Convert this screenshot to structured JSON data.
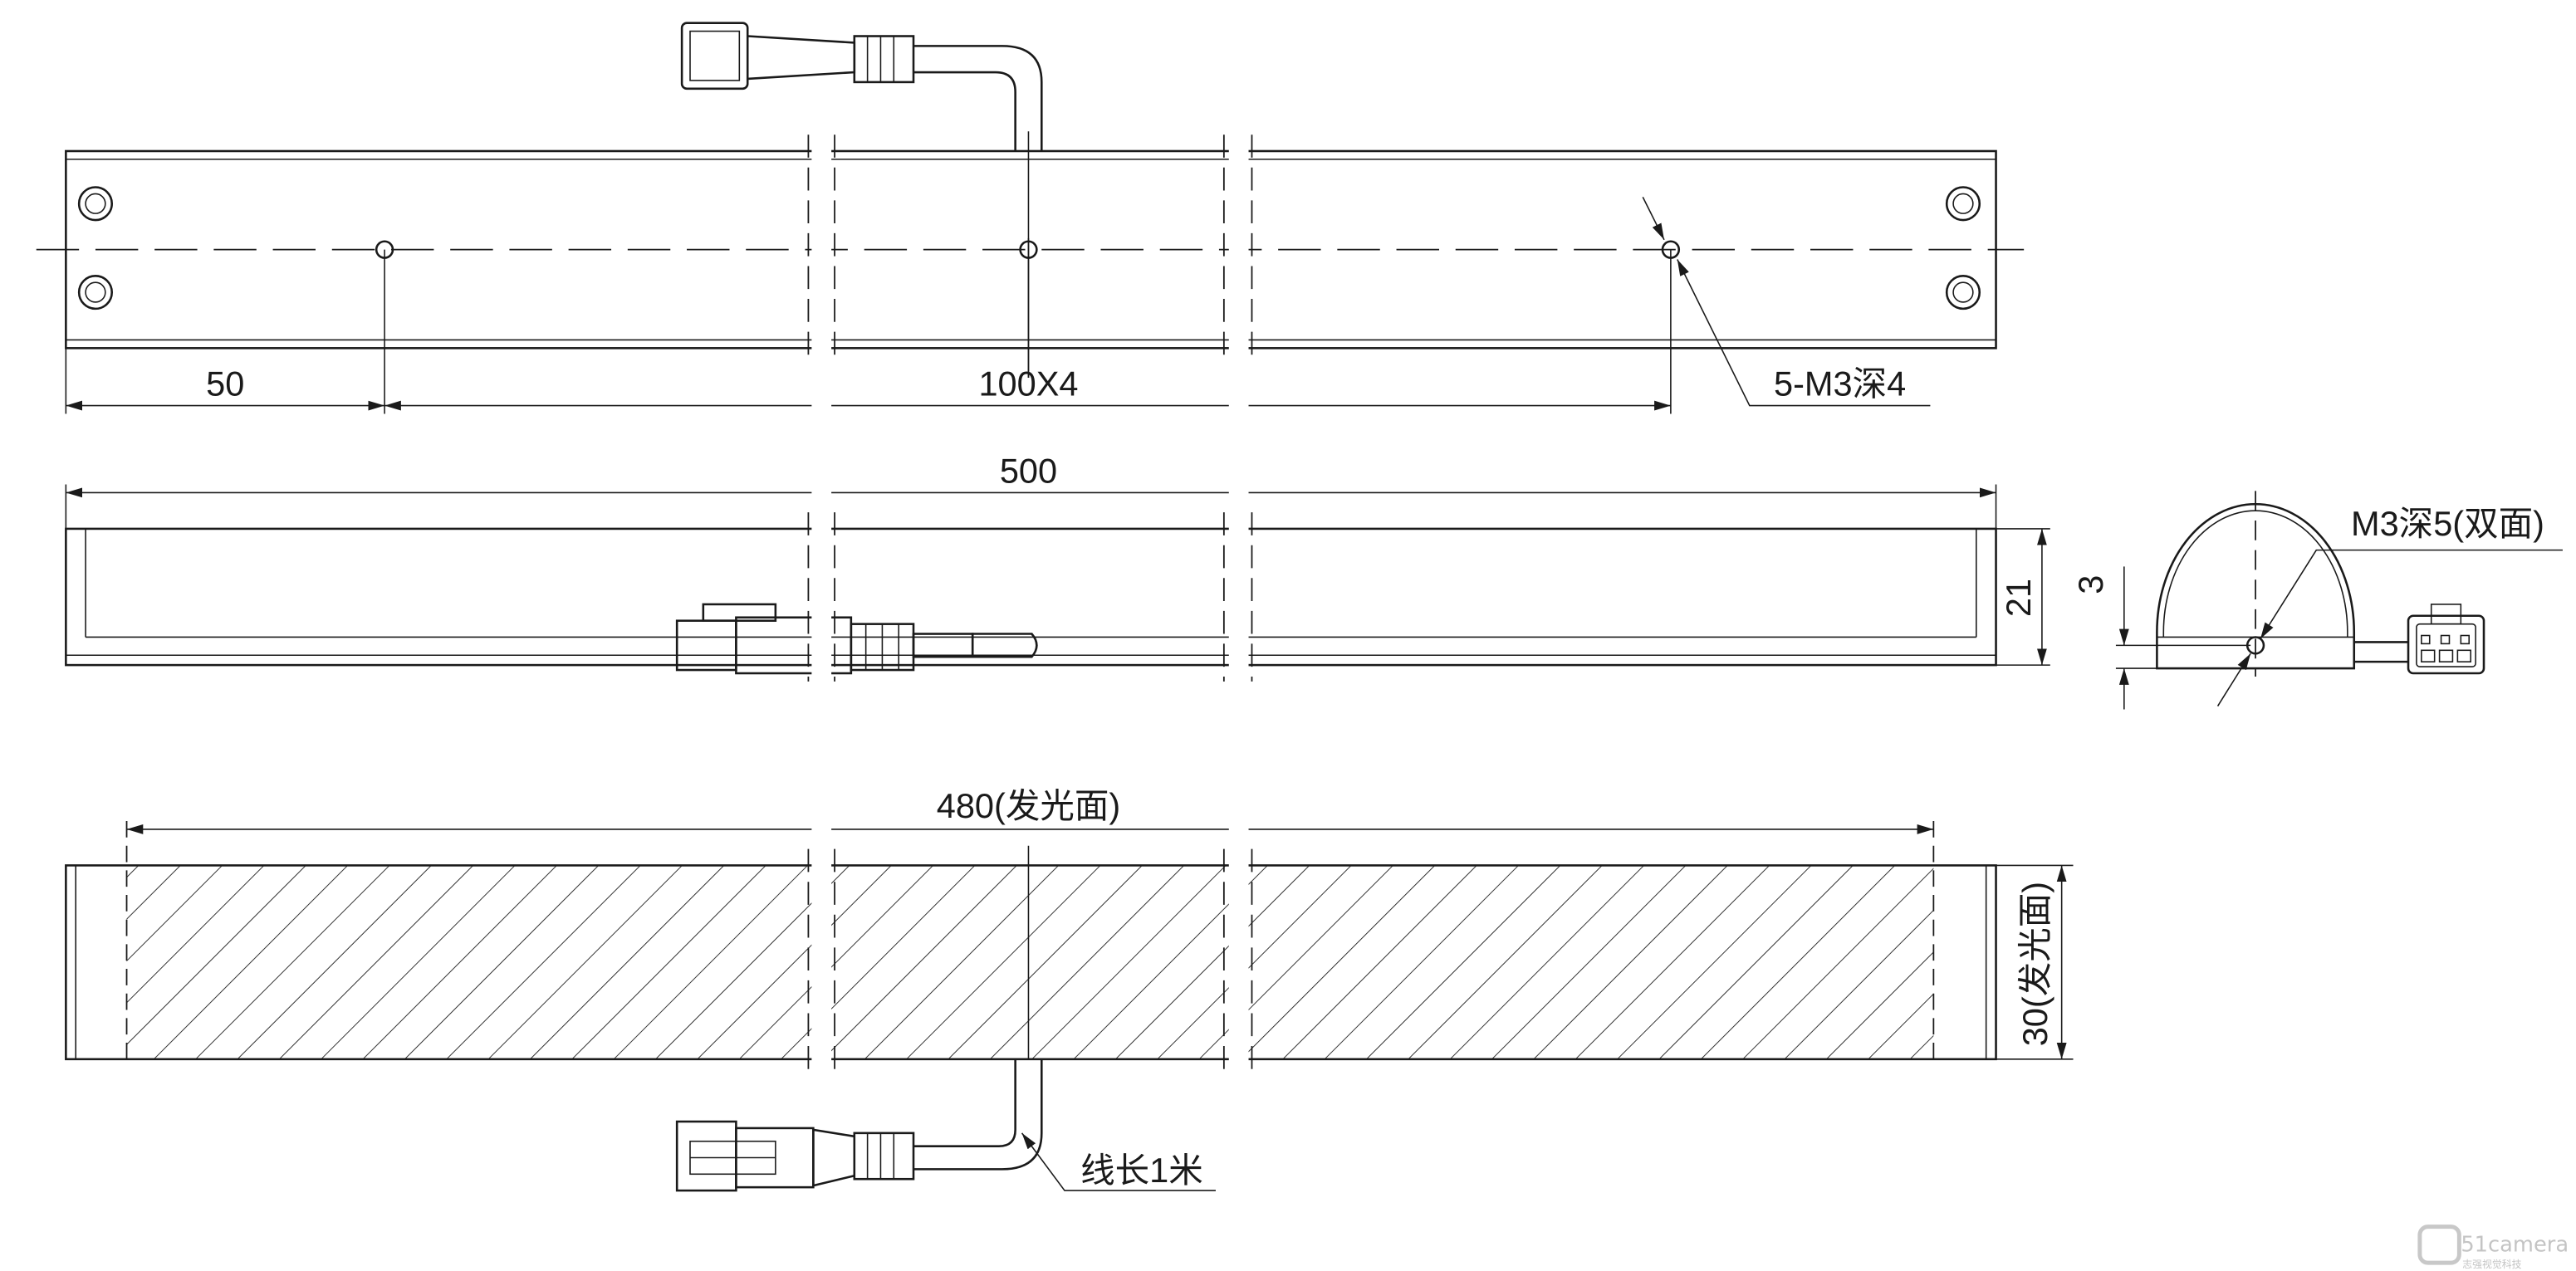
{
  "drawing": {
    "top_view": {
      "dim_offset": "50",
      "dim_pitch": "100X4",
      "hole_note": "5-M3深4"
    },
    "side_view": {
      "dim_length": "500",
      "dim_height": "21"
    },
    "end_view": {
      "hole_note": "M3深5(双面)",
      "dim_offset": "3"
    },
    "front_view": {
      "dim_emitting_length": "480(发光面)",
      "dim_emitting_width": "30(发光面)",
      "cable_note": "线长1米"
    }
  },
  "watermark": {
    "brand": "51camera",
    "subtitle": "志强视觉科技"
  }
}
